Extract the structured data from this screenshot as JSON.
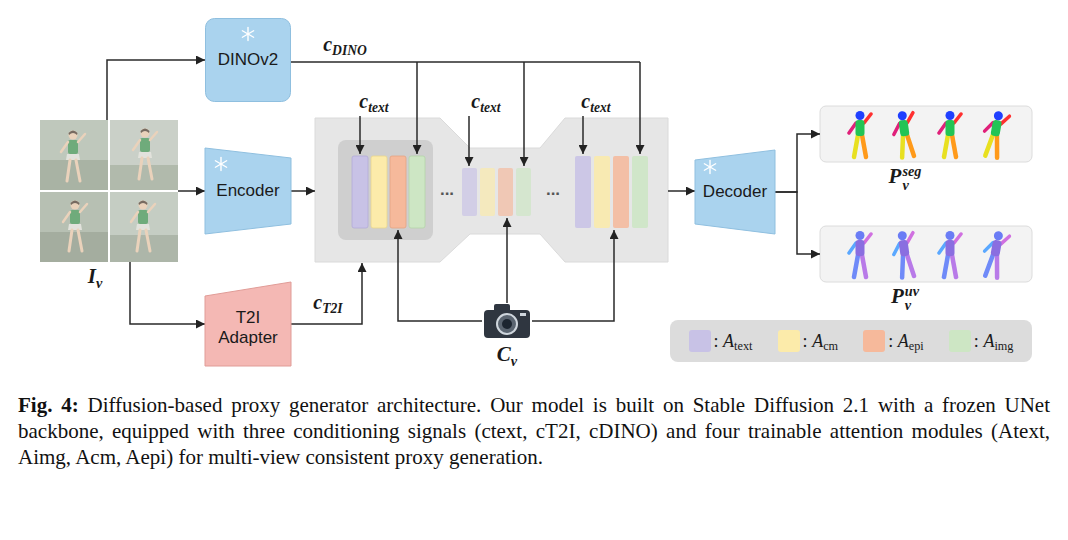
{
  "diagram": {
    "caption": "Fig. 4: Diffusion-based proxy generator architecture. Our model is built on Stable Diffusion 2.1 with a frozen UNet backbone, equipped with three conditioning signals (ctext, cT2I, cDINO) and four trainable attention modules (Atext, Aimg, Acm, Aepi) for multi-view consistent proxy generation.",
    "nodes": [
      {
        "text": [
          "Iv"
        ]
      },
      {
        "text": [
          "DINOv2"
        ]
      },
      {
        "text": [
          "Encoder"
        ]
      },
      {
        "text": [
          "T2I Adapter"
        ]
      },
      {
        "text": [
          "Decoder"
        ]
      },
      {
        "text": [
          "Pvseg"
        ]
      },
      {
        "text": [
          "Pvuv"
        ]
      },
      {
        "text": [
          "Cv"
        ]
      }
    ],
    "edges": [
      {
        "from": 0,
        "to": 1,
        "arrow": "to"
      },
      {
        "from": 0,
        "to": 2,
        "arrow": "to"
      },
      {
        "from": 0,
        "to": 3,
        "arrow": "to"
      },
      {
        "from": 4,
        "to": 5,
        "arrow": "to"
      },
      {
        "from": 4,
        "to": 6,
        "arrow": "to"
      }
    ],
    "labels": [
      "cDINO",
      "ctext",
      "ctext",
      "ctext",
      "cT2I",
      "...",
      "..."
    ],
    "legend": [
      {
        "text": ": Atext",
        "color": "#c8c2e6"
      },
      {
        "text": ": Acm",
        "color": "#fcebaa"
      },
      {
        "text": ": Aepi",
        "color": "#f6b99b"
      },
      {
        "text": ": Aimg",
        "color": "#cde6c4"
      }
    ]
  }
}
